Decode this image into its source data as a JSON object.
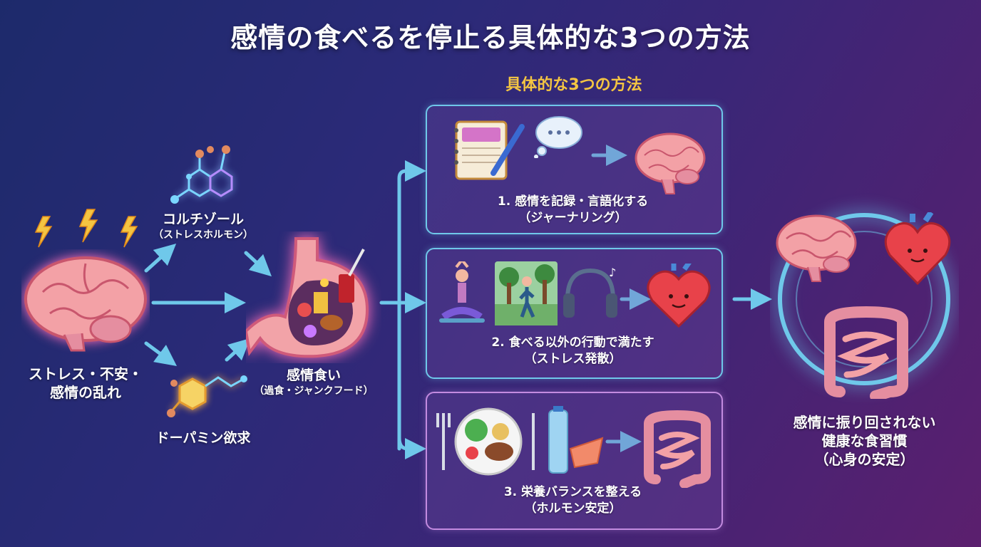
{
  "title": "感情の食べるを停止る具体的な3つの方法",
  "subtitle": "具体的な3つの方法",
  "left": {
    "stress": {
      "line1": "ストレス・不安・",
      "line2": "感情の乱れ"
    },
    "cortisol": {
      "label": "コルチゾール",
      "sub": "（ストレスホルモン）"
    },
    "dopamine": {
      "label": "ドーパミン欲求"
    },
    "emotional_eating": {
      "label": "感情食い",
      "sub": "（過食・ジャンクフード）"
    }
  },
  "methods": [
    {
      "line1": "1. 感情を記録・言語化する",
      "line2": "（ジャーナリング）"
    },
    {
      "line1": "2. 食べる以外の行動で満たす",
      "line2": "（ストレス発散）"
    },
    {
      "line1": "3. 栄養バランスを整える",
      "line2": "（ホルモン安定）"
    }
  ],
  "result": {
    "line1": "感情に振り回されない",
    "line2": "健康な食習慣",
    "line3": "（心身の安定）"
  },
  "colors": {
    "arrow": "#6fc8ea",
    "accent": "#f4c542",
    "panel_border": "#6fc8ea",
    "panel3_border": "#c38be0"
  },
  "icons": [
    "lightning-icon",
    "brain-icon",
    "molecule-icon",
    "stomach-icon",
    "journal-icon",
    "thought-bubble-icon",
    "yoga-icon",
    "walking-icon",
    "headphones-icon",
    "heart-icon",
    "plate-icon",
    "water-bottle-icon",
    "salmon-icon",
    "intestine-icon"
  ]
}
